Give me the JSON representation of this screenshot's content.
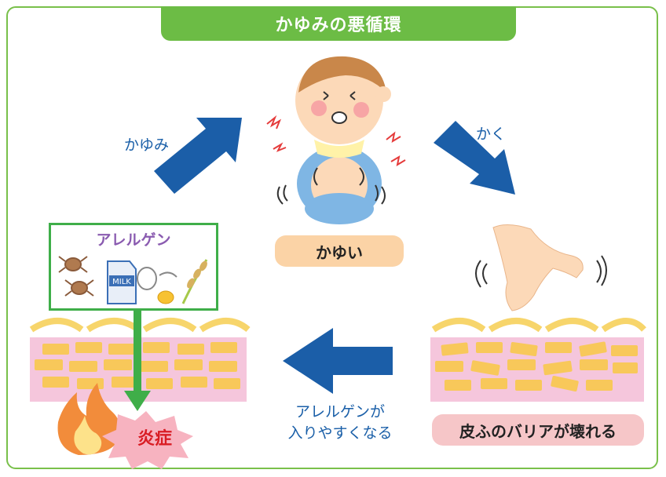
{
  "title": "かゆみの悪循環",
  "labels": {
    "itch": "かゆみ",
    "scratch": "かく",
    "itchy_state": "かゆい",
    "allergen_enters_line1": "アレルゲンが",
    "allergen_enters_line2": "入りやすくなる",
    "barrier_broken": "皮ふのバリアが壊れる",
    "allergen": "アレルゲン",
    "inflammation": "炎症",
    "milk": "MILK"
  },
  "colors": {
    "frame_green": "#79c04a",
    "title_green": "#6cbc45",
    "arrow_blue": "#1b5ea8",
    "label_blue": "#1a5fa8",
    "box_green": "#3fae49",
    "allergen_purple": "#8a5bb0",
    "skin_pink": "#f5c6dc",
    "cell_yellow": "#f8c85a",
    "inflammation_red": "#d91d24"
  },
  "icons": [
    "baby-illustration",
    "scratching-hand-icon",
    "mite-icon",
    "milk-carton-icon",
    "egg-icon",
    "wheat-icon",
    "fire-icon",
    "skin-layer-illustration"
  ]
}
